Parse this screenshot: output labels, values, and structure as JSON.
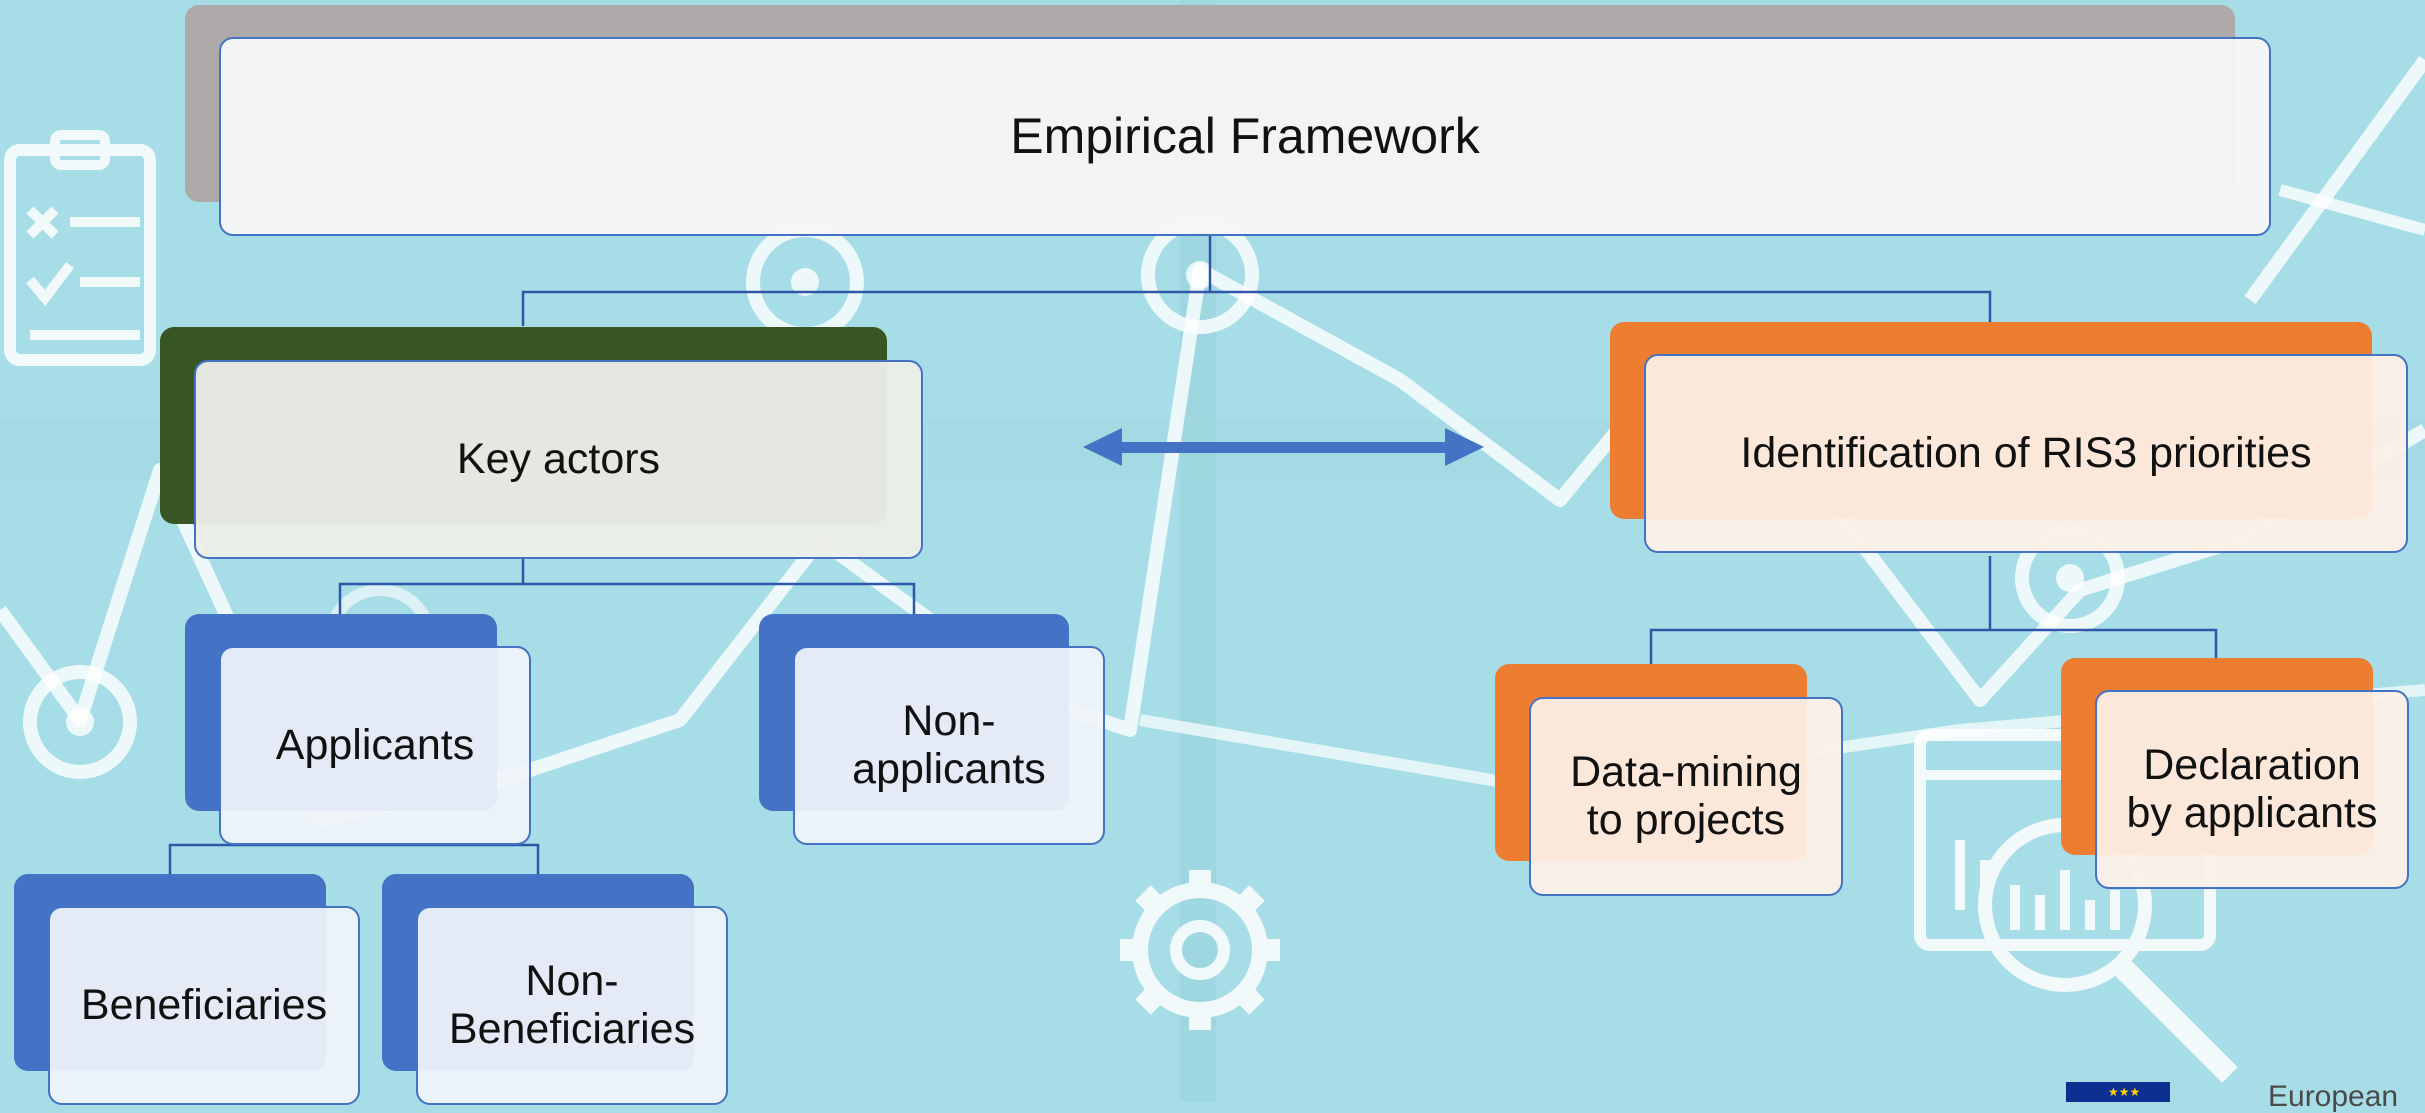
{
  "diagram": {
    "root": {
      "label": "Empirical Framework"
    },
    "key_actors": {
      "label": "Key actors"
    },
    "applicants": {
      "label": "Applicants"
    },
    "non_applicants": {
      "label": "Non-\napplicants"
    },
    "beneficiaries": {
      "label": "Beneficiaries"
    },
    "non_beneficiaries": {
      "label": "Non-\nBeneficiaries"
    },
    "ris3": {
      "label": "Identification of RIS3 priorities"
    },
    "data_mining": {
      "label": "Data-mining\nto projects"
    },
    "declaration": {
      "label": "Declaration\nby applicants"
    }
  },
  "colors": {
    "background": "#a6dde6",
    "connector": "#2f56a8",
    "grey_accent": "#aeaaaa",
    "green_accent": "#375623",
    "blue_accent": "#4472c4",
    "orange_accent": "#ed7d31",
    "double_arrow": "#4472c4"
  },
  "logo": {
    "text": "European"
  }
}
